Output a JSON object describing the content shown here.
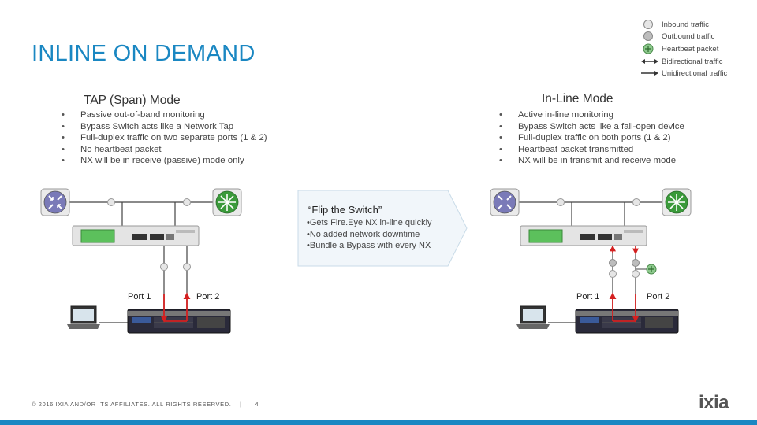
{
  "title": "INLINE ON DEMAND",
  "legend": [
    {
      "label": "Inbound traffic",
      "icon": "light-dot-icon",
      "color": "#e6e6e6"
    },
    {
      "label": "Outbound traffic",
      "icon": "gray-dot-icon",
      "color": "#bdbdbd"
    },
    {
      "label": "Heartbeat packet",
      "icon": "heartbeat-icon",
      "color": "#8dc98d"
    },
    {
      "label": "Bidirectional traffic",
      "icon": "bidirectional-arrow-icon"
    },
    {
      "label": "Unidirectional traffic",
      "icon": "unidirectional-arrow-icon"
    }
  ],
  "tap": {
    "title": "TAP (Span) Mode",
    "bullets": [
      "Passive out-of-band monitoring",
      "Bypass Switch acts like a Network Tap",
      "Full-duplex traffic on two separate ports (1 & 2)",
      "No heartbeat packet",
      "NX will be in receive (passive) mode only"
    ],
    "port1": "Port 1",
    "port2": "Port 2"
  },
  "inline": {
    "title": "In-Line Mode",
    "bullets": [
      "Active in-line monitoring",
      "Bypass Switch acts like a fail-open device",
      "Full-duplex traffic on both ports (1 & 2)",
      "Heartbeat packet transmitted",
      "NX will be in transmit and receive mode"
    ],
    "port1": "Port 1",
    "port2": "Port 2"
  },
  "flip": {
    "title": "“Flip the Switch”",
    "bullets": [
      "Gets Fire.Eye NX in-line quickly",
      "No added network downtime",
      "Bundle a Bypass with every NX"
    ]
  },
  "footer": {
    "copyright": "© 2016 IXIA AND/OR ITS AFFILIATES. ALL RIGHTS RESERVED.",
    "separator": "|",
    "page": "4"
  },
  "logo": "ixia",
  "colors": {
    "accent": "#1a87c2",
    "router": "#7a7ab8",
    "switch": "#3a9a3a",
    "arrow": "#d42020"
  }
}
